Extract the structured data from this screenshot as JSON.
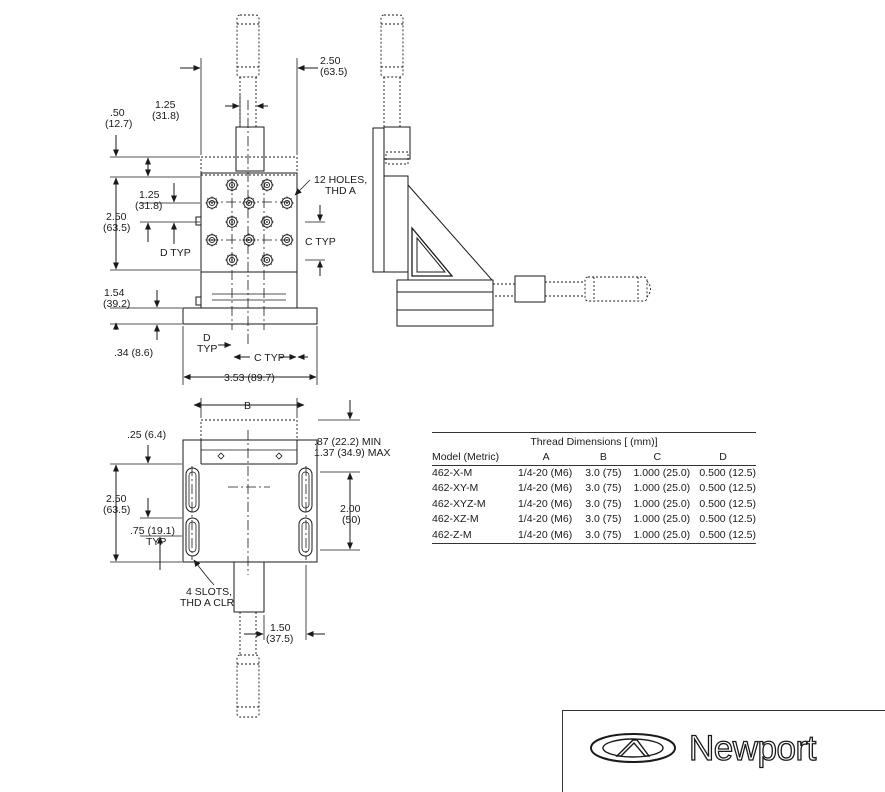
{
  "drawing": {
    "top_view": {
      "dim_handle_offset": "2.50\n(63.5)",
      "dim_handle_width": "1.25\n(31.8)",
      "dim_overtravel": ".50\n(12.7)",
      "dim_holes_pitch": "1.25\n(31.8)",
      "dim_body_height": "2.50\n(63.5)",
      "dim_height": "1.54\n(39.2)",
      "dim_base": ".34 (8.6)",
      "dim_width": "3.53 (89.7)",
      "label_d_typ_left": "D TYP",
      "label_d_typ_bottom": "D\nTYP",
      "label_c_typ_right": "C TYP",
      "label_c_typ_bottom": "C TYP",
      "note_holes": "12 HOLES,\nTHD A"
    },
    "bottom_view": {
      "label_b": "B",
      "dim_top_gap": ".25 (6.4)",
      "dim_travel": ".87 (22.2) MIN\n1.37 (34.9) MAX",
      "dim_body_height": "2.50\n(63.5)",
      "dim_slot_pitch": ".75 (19.1)\nTYP",
      "dim_slot_spacing": "2.00\n(50)",
      "dim_handle": "1.50\n(37.5)",
      "note_slots": "4 SLOTS,\nTHD A CLR"
    }
  },
  "table": {
    "caption": "Thread Dimensions [ (mm)]",
    "headers": [
      "Model (Metric)",
      "A",
      "B",
      "C",
      "D"
    ],
    "rows": [
      [
        "462-X-M",
        "1/4-20 (M6)",
        "3.0 (75)",
        "1.000 (25.0)",
        "0.500 (12.5)"
      ],
      [
        "462-XY-M",
        "1/4-20 (M6)",
        "3.0 (75)",
        "1.000 (25.0)",
        "0.500 (12.5)"
      ],
      [
        "462-XYZ-M",
        "1/4-20 (M6)",
        "3.0 (75)",
        "1.000 (25.0)",
        "0.500 (12.5)"
      ],
      [
        "462-XZ-M",
        "1/4-20 (M6)",
        "3.0 (75)",
        "1.000 (25.0)",
        "0.500 (12.5)"
      ],
      [
        "462-Z-M",
        "1/4-20 (M6)",
        "3.0 (75)",
        "1.000 (25.0)",
        "0.500 (12.5)"
      ]
    ]
  },
  "logo": {
    "brand": "Newport"
  }
}
